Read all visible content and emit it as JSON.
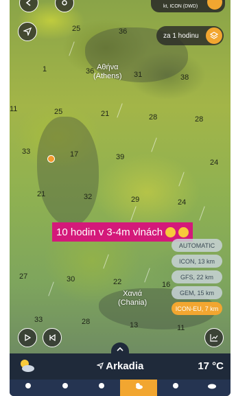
{
  "top_pill": {
    "text": "kt, ICON (DWD)"
  },
  "interval_button": {
    "label": "za 1 hodinu"
  },
  "map_numbers": [
    "25",
    "36",
    "1",
    "36",
    "31",
    "38",
    "11",
    "25",
    "21",
    "28",
    "28",
    "33",
    "17",
    "39",
    "24",
    "21",
    "32",
    "29",
    "24",
    "27",
    "30",
    "22",
    "16",
    "33",
    "28",
    "13",
    "11"
  ],
  "cities": [
    {
      "native": "Αθήνα",
      "latin": "(Athens)"
    },
    {
      "native": "Χανιά",
      "latin": "(Chania)"
    }
  ],
  "caption": {
    "text": "10 hodin v 3-4m vlnách"
  },
  "models": [
    {
      "label": "AUTOMATIC",
      "active": false
    },
    {
      "label": "ICON, 13 km",
      "active": false
    },
    {
      "label": "GFS, 22 km",
      "active": false
    },
    {
      "label": "GEM, 15 km",
      "active": false
    },
    {
      "label": "ICON-EU, 7 km",
      "active": true
    }
  ],
  "location_bar": {
    "location": "Arkadia",
    "temperature": "17 °C"
  },
  "colors": {
    "accent": "#f2a630",
    "caption_bg": "#d4197a",
    "bar_bg": "#1f2a3a"
  }
}
